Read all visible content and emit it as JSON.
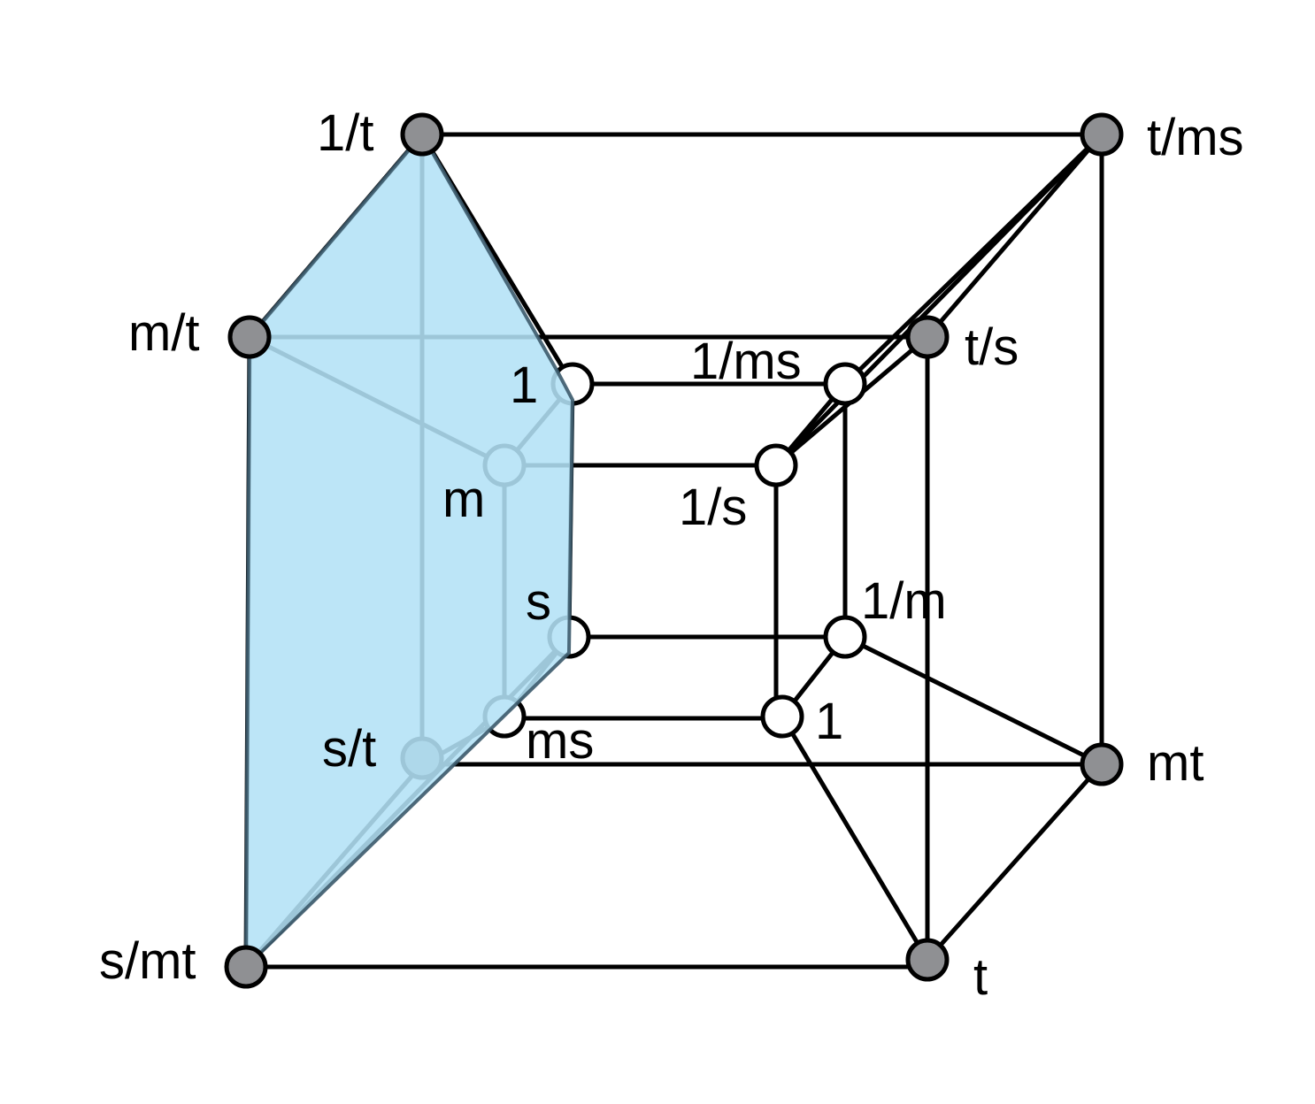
{
  "colors": {
    "outer_node_fill": "#8f9093",
    "inner_node_fill": "#ffffff",
    "edge": "#000000",
    "highlight_fill": "#b3e1f6"
  },
  "labels": {
    "one_over_t": "1/t",
    "t_over_ms": "t/ms",
    "m_over_t": "m/t",
    "t_over_s": "t/s",
    "one_left": "1",
    "one_over_ms": "1/ms",
    "m": "m",
    "one_over_s": "1/s",
    "s": "s",
    "one_over_m": "1/m",
    "s_over_t": "s/t",
    "ms": "ms",
    "one_right": "1",
    "mt": "mt",
    "s_over_mt": "s/mt",
    "t": "t"
  }
}
